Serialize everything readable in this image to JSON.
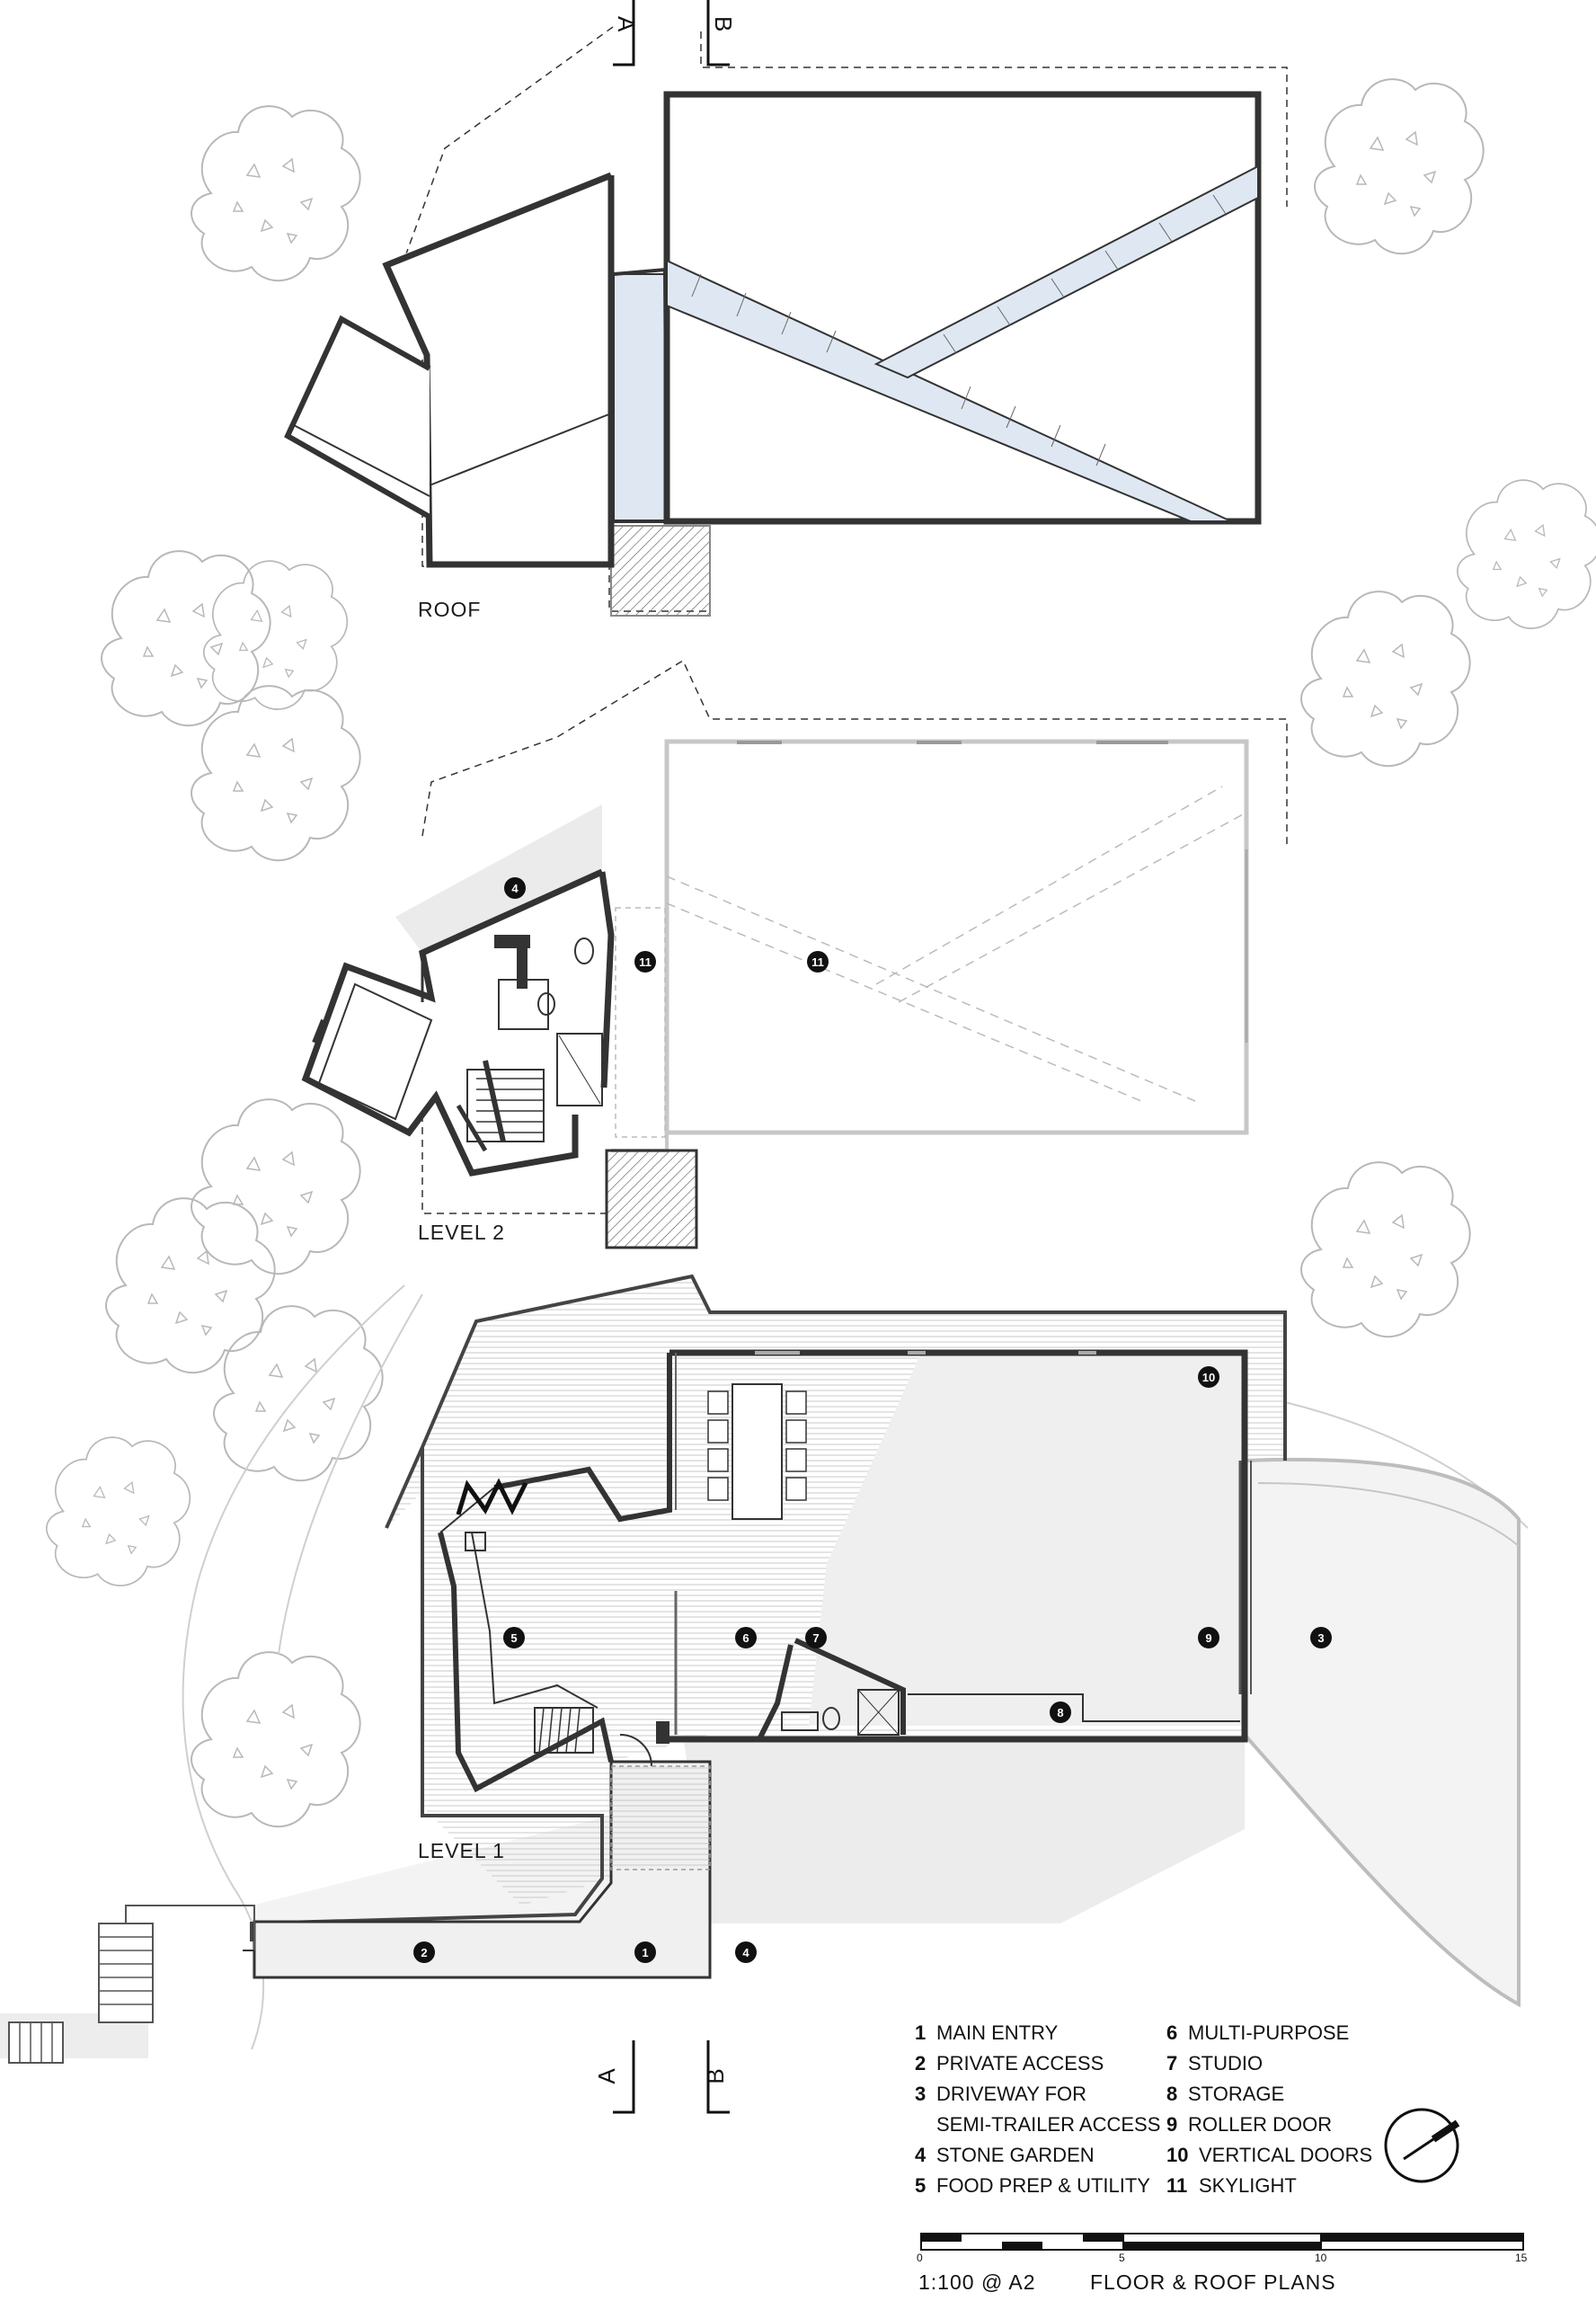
{
  "plans": {
    "roof": "ROOF",
    "level2": "LEVEL 2",
    "level1": "LEVEL 1"
  },
  "section_markers": {
    "a": "A",
    "b": "B"
  },
  "markers": {
    "m1": "1",
    "m2": "2",
    "m3": "3",
    "m4": "4",
    "m5": "5",
    "m6": "6",
    "m7": "7",
    "m8": "8",
    "m9": "9",
    "m10": "10",
    "m11": "11"
  },
  "legend": {
    "col1": [
      {
        "num": "1",
        "text": "MAIN ENTRY"
      },
      {
        "num": "2",
        "text": "PRIVATE ACCESS"
      },
      {
        "num": "3",
        "text": "DRIVEWAY FOR"
      },
      {
        "num": "",
        "text": "SEMI-TRAILER ACCESS"
      },
      {
        "num": "4",
        "text": "STONE GARDEN"
      },
      {
        "num": "5",
        "text": "FOOD PREP & UTILITY"
      }
    ],
    "col2": [
      {
        "num": "6",
        "text": "MULTI-PURPOSE"
      },
      {
        "num": "7",
        "text": "STUDIO"
      },
      {
        "num": "8",
        "text": "STORAGE"
      },
      {
        "num": "9",
        "text": "ROLLER DOOR"
      },
      {
        "num": "10",
        "text": "VERTICAL DOORS"
      },
      {
        "num": "11",
        "text": "SKYLIGHT"
      }
    ]
  },
  "scale_bar": {
    "t0": "0",
    "t5": "5",
    "t10": "10",
    "t15": "15"
  },
  "footer": {
    "scale": "1:100 @ A2",
    "title": "FLOOR & ROOF PLANS"
  }
}
